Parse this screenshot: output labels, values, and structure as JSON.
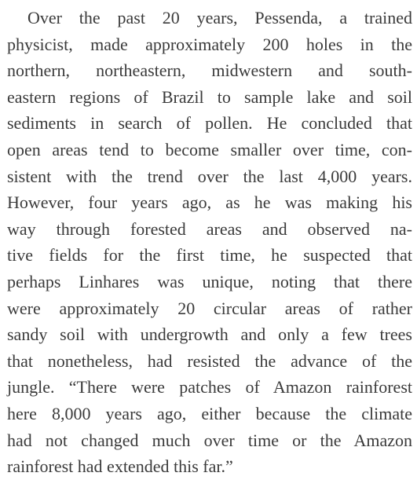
{
  "article": {
    "lines": [
      "Over the past 20 years, Pessenda, a trained",
      "physicist, made approximately 200 holes in the",
      "northern, northeastern, midwestern and south-",
      "eastern regions of Brazil to sample lake and soil",
      "sediments in search of pollen. He concluded that",
      "open areas tend to become smaller over time, con-",
      "sistent with the trend over the last 4,000 years.",
      "However, four years ago, as he was making his",
      "way through forested areas and observed na-",
      "tive fields for the first time, he suspected that",
      "perhaps Linhares was unique, noting that there",
      "were approximately 20 circular areas of rather",
      "sandy soil with undergrowth and only a few trees",
      "that nonetheless, had resisted the advance of the",
      "jungle. “There were patches of Amazon rainforest",
      "here 8,000 years ago, either because the climate",
      "had not changed much over time or the Amazon",
      "rainforest had extended this far.”"
    ]
  }
}
